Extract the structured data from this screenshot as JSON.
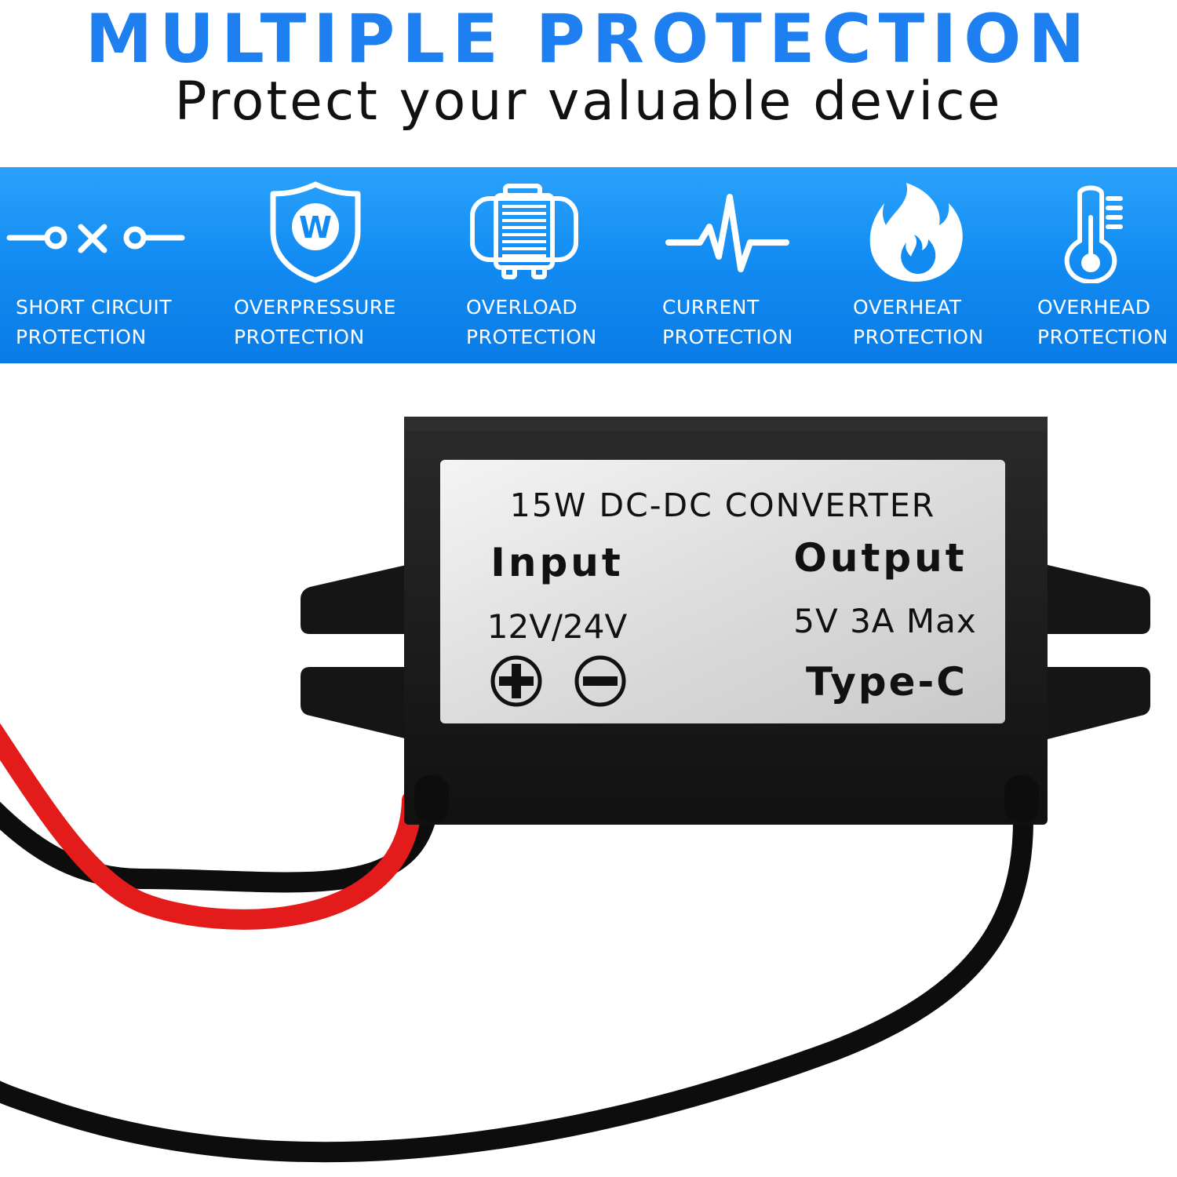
{
  "header": {
    "title": "MULTIPLE PROTECTION",
    "subtitle": "Protect your valuable device"
  },
  "features": [
    {
      "icon": "short-circuit-icon",
      "line1": "SHORT CIRCUIT",
      "line2": "PROTECTION"
    },
    {
      "icon": "shield-w-icon",
      "line1": "OVERPRESSURE",
      "line2": "PROTECTION"
    },
    {
      "icon": "overload-icon",
      "line1": "OVERLOAD",
      "line2": "PROTECTION"
    },
    {
      "icon": "pulse-icon",
      "line1": "CURRENT",
      "line2": "PROTECTION"
    },
    {
      "icon": "flame-icon",
      "line1": "OVERHEAT",
      "line2": "PROTECTION"
    },
    {
      "icon": "thermometer-icon",
      "line1": "OVERHEAD",
      "line2": "PROTECTION"
    }
  ],
  "device_label": {
    "heading": "15W DC-DC CONVERTER",
    "input_title": "Input",
    "input_value": "12V/24V",
    "output_title": "Output",
    "output_value": "5V 3A Max",
    "output_type": "Type-C"
  },
  "colors": {
    "title_blue": "#1e7ff0",
    "band_blue": "#118bf2",
    "device_body": "#1a1a1a",
    "wire_red": "#e31b1b"
  }
}
